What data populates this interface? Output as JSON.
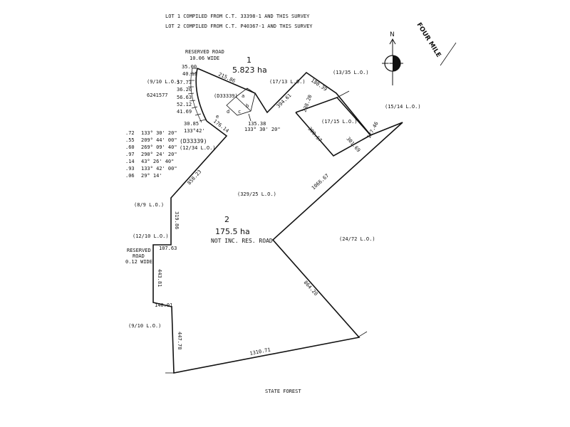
{
  "notes": {
    "line1": "LOT 1 COMPILED FROM C.T. 33398-1 AND THIS SURVEY",
    "line2": "LOT 2 COMPILED FROM C.T. P40367-1 AND THIS SURVEY"
  },
  "road_label": "FOUR MILE",
  "north": "N",
  "lots": {
    "lot1": {
      "number": "1",
      "area": "5.823 ha"
    },
    "lot2": {
      "number": "2",
      "area": "175.5 ha",
      "note": "NOT INC. RES. ROAD"
    }
  },
  "reserved_road_top": {
    "line1": "RESERVED ROAD",
    "line2": "10.06 WIDE"
  },
  "reserved_road_left": {
    "line1": "RESERVED",
    "line2": "ROAD",
    "line3": "0.12 WIDE"
  },
  "neighbours": {
    "n9_10_top": "(9/10 L.O.)",
    "n17_13": "(17/13 L.O.)",
    "n13_35": "(13/35 L.O.)",
    "n15_14": "(15/14 L.O.)",
    "n17_15": "(17/15 L.O.)",
    "n12_34": "(12/34 L.O.)",
    "n329_25": "(329/25 L.O.)",
    "n8_9": "(8/9 L.O.)",
    "n12_10": "(12/10 L.O.)",
    "n24_72": "(24/72 L.O.)",
    "n9_10_bottom": "(9/10 L.O.)",
    "state_forest": "STATE FOREST",
    "d33339_small": "(D33339)",
    "d33339": "(D33339)",
    "ref": "6241577"
  },
  "left_distances": [
    "35.00",
    "40.15",
    "57.73",
    "36.20",
    "56.63",
    "52.12",
    "41.69",
    "30.85"
  ],
  "left_angle": "133°42'",
  "bearing_table": [
    {
      "dist": ".72",
      "bearing": "133° 30' 20\""
    },
    {
      "dist": ".55",
      "bearing": "209° 44' 00\""
    },
    {
      "dist": ".60",
      "bearing": "269° 09' 40\""
    },
    {
      "dist": ".97",
      "bearing": "290° 24' 20\""
    },
    {
      "dist": ".14",
      "bearing": "43° 26' 40\""
    },
    {
      "dist": ".93",
      "bearing": "133° 42' 00\""
    },
    {
      "dist": ".06",
      "bearing": "29° 14'"
    }
  ],
  "letters": [
    "a",
    "b",
    "c",
    "d",
    "e"
  ],
  "dims": {
    "d215": "215.86",
    "d176": "176.14",
    "d135": "135.38",
    "d135_brg": "133° 30' 20\"",
    "d394": "394.61",
    "d180": "180.39",
    "d238": "238.20",
    "d300": "300.57",
    "d301": "301.69",
    "d127": "127.46",
    "d1066": "1066.67",
    "d858": "858.23",
    "d319": "319.86",
    "d107": "107.63",
    "d443": "443.81",
    "d140": "140.01",
    "d447": "447.78",
    "d1310": "1310.71",
    "d864": "864.20"
  }
}
